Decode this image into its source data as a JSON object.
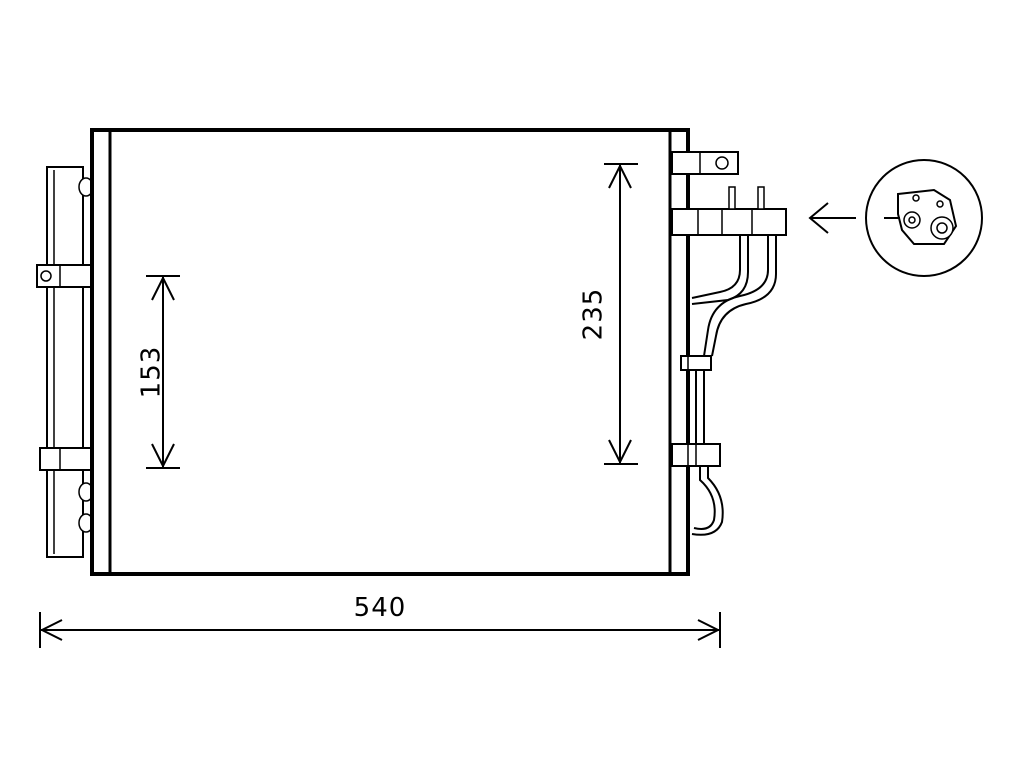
{
  "dimensions": {
    "width_label": "540",
    "height_left_label": "153",
    "height_right_label": "235"
  },
  "colors": {
    "line": "#000000",
    "background": "#ffffff"
  }
}
